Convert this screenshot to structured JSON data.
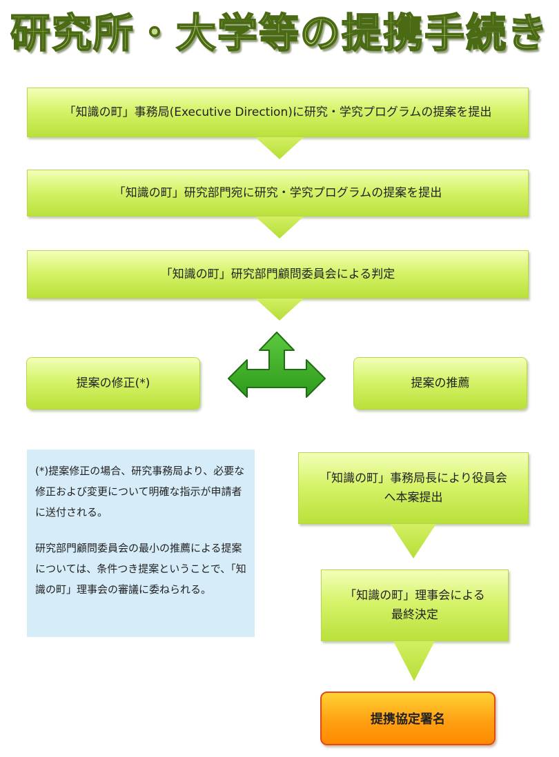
{
  "title": "研究所・大学等の提携手続き",
  "steps": {
    "step1": "「知識の町」事務局(Executive Direction)に研究・学究プログラムの提案を提出",
    "step2": "「知識の町」研究部門宛に研究・学究プログラムの提案を提出",
    "step3": "「知識の町」研究部門顧問委員会による判定",
    "revise": "提案の修正(*)",
    "recommend": "提案の推薦",
    "board_submit": [
      "「知識の町」事務局長により役員会",
      "へ本案提出"
    ],
    "final_decision": [
      "「知識の町」理事会による",
      "最終決定"
    ],
    "agreement": "提携協定署名"
  },
  "note": {
    "paragraph1": "(*)提案修正の場合、研究事務局より、必要な修正および変更について明確な指示が申請者に送付される。",
    "paragraph2": "研究部門顧問委員会の最小の推薦による提案については、条件つき提案ということで、「知識の町」理事会の審議に委ねられる。"
  },
  "colors": {
    "box_green": "#d6f36a",
    "arrow_green": "#3fae2a",
    "final_orange": "#ffa012",
    "note_blue": "#d6ecf9"
  }
}
